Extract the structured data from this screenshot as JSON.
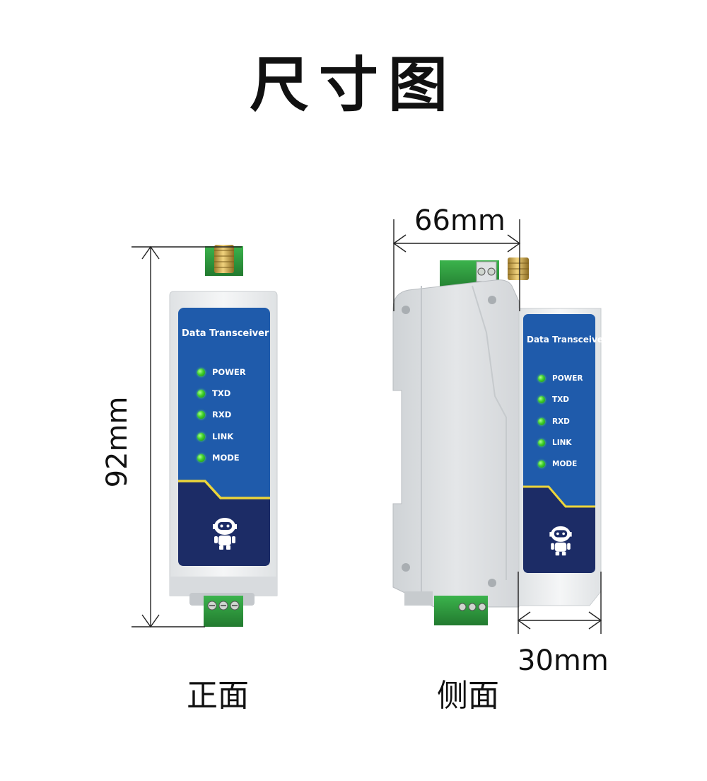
{
  "title": "尺寸图",
  "captions": {
    "front": "正面",
    "side": "侧面"
  },
  "dimensions": {
    "height": "92mm",
    "width": "66mm",
    "depth": "30mm"
  },
  "device": {
    "brand_label": "Data Transceiver",
    "leds": [
      "POWER",
      "TXD",
      "RXD",
      "LINK",
      "MODE"
    ],
    "colors": {
      "panel_blue": "#1f5bab",
      "panel_navy": "#1c2c66",
      "accent_yellow": "#ecd53a",
      "terminal_green": "#2d9b3e",
      "housing": "#eef0f1"
    }
  },
  "icons": [
    "robot-mascot-icon",
    "sma-antenna-connector-icon",
    "terminal-block-icon"
  ]
}
